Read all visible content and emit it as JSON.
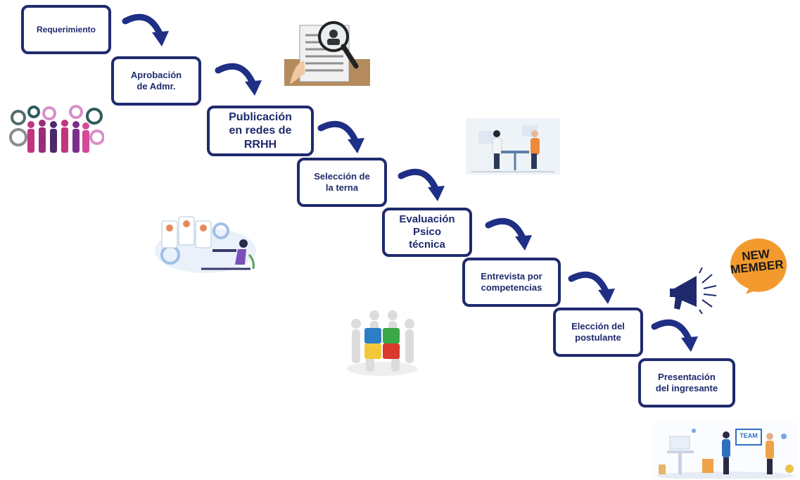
{
  "steps": [
    {
      "label": "Requerimiento"
    },
    {
      "label": "Aprobación\nde Admr."
    },
    {
      "label": "Publicación\nen redes de\nRRHH"
    },
    {
      "label": "Selección de\nla terna"
    },
    {
      "label": "Evaluación\nPsico\ntécnica"
    },
    {
      "label": "Entrevista por\ncompetencias"
    },
    {
      "label": "Elección del\npostulante"
    },
    {
      "label": "Presentación\ndel ingresante"
    }
  ],
  "illustrations": {
    "new_member_badge": "NEW\nMEMBER",
    "team_banner": "TEAM"
  },
  "colors": {
    "primary": "#1f2a6e",
    "arrow": "#1f2f85",
    "badge": "#f29a2e"
  }
}
